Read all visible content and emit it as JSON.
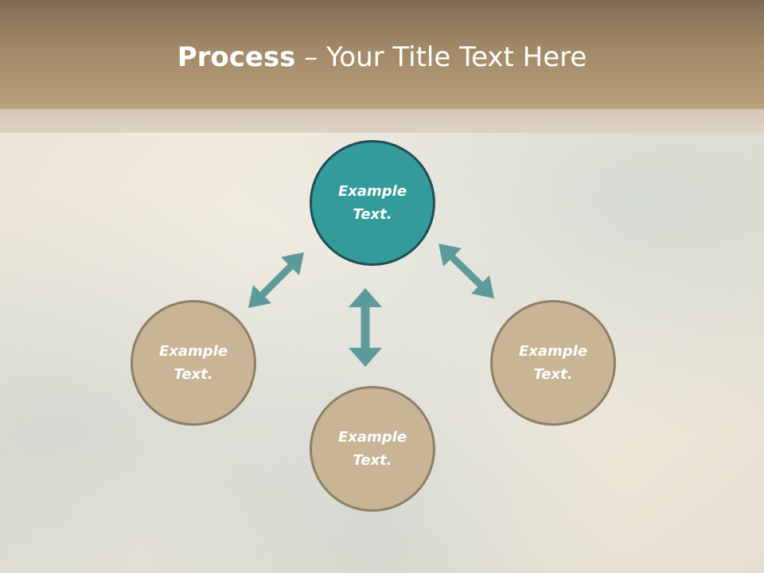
{
  "slide": {
    "title_bold": "Process",
    "title_rest": " – Your Title Text Here"
  },
  "diagram": {
    "center": {
      "line1": "Example",
      "line2": "Text."
    },
    "left": {
      "line1": "Example",
      "line2": "Text."
    },
    "bottom": {
      "line1": "Example",
      "line2": "Text."
    },
    "right": {
      "line1": "Example",
      "line2": "Text."
    }
  },
  "colors": {
    "center_fill": "#349b9b",
    "center_border": "#1f4e55",
    "outer_fill": "#c8b596",
    "outer_border": "#8f7f66",
    "arrow": "#5f9a9a",
    "header": "#a28a68"
  }
}
